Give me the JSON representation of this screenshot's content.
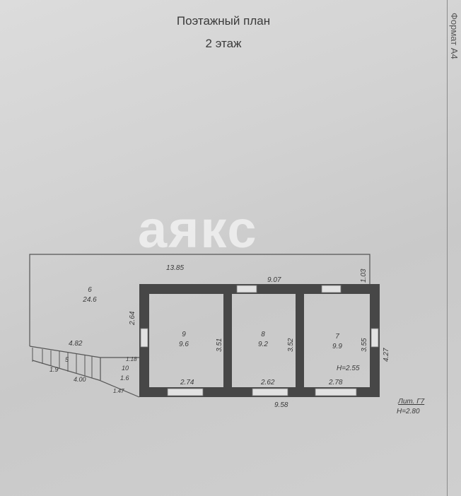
{
  "header": {
    "title_line1": "Поэтажный план",
    "title_line2": "2 этаж"
  },
  "side_label": "Формат А4",
  "watermark": "аякс",
  "plan": {
    "overall_top": "13.85",
    "front_width": "9.07",
    "right_offset": "1.03",
    "bottom_width": "9.58",
    "right_depth": "4.27",
    "left_height": "2.64",
    "terrace_width": "4.82",
    "rooms": [
      {
        "number": "9",
        "area": "9.6",
        "depth": "3.51",
        "width": "2.74"
      },
      {
        "number": "8",
        "area": "9.2",
        "depth": "3.52",
        "width": "2.62"
      },
      {
        "number": "7",
        "area": "9.9",
        "depth": "3.55",
        "width": "2.78"
      },
      {
        "number": "6",
        "area": "24.6"
      },
      {
        "number": "5",
        "area": "1.9",
        "length": "4.00"
      },
      {
        "number": "10",
        "area": "1.6",
        "dim_a": "1.18",
        "dim_b": "1.47"
      }
    ],
    "room_height": "H=2.55",
    "liter": "Лит. Г7",
    "liter_height": "H=2.80"
  }
}
